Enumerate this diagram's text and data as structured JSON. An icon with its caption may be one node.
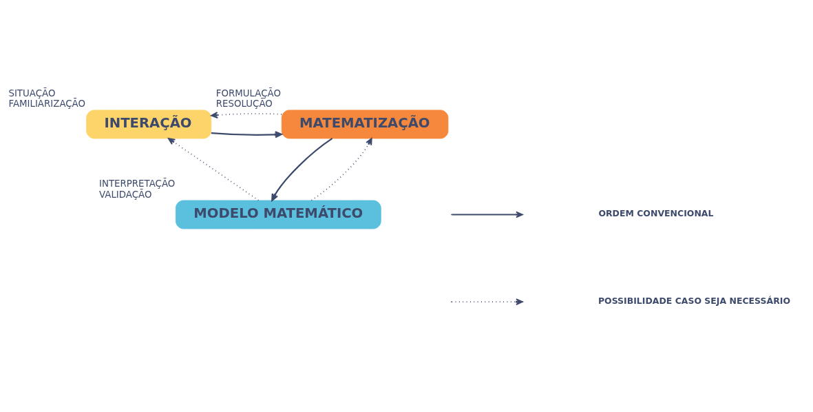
{
  "diagram": {
    "nodes": [
      {
        "text": [
          "INTERAÇÃO"
        ],
        "beside": [
          "SITUAÇÃO",
          "FAMILIARIZAÇÃO"
        ]
      },
      {
        "text": [
          "MATEMATIZAÇÃO"
        ],
        "beside": [
          "FORMULAÇÃO",
          "RESOLUÇÃO"
        ]
      },
      {
        "text": [
          "MODELO MATEMÁTICO"
        ],
        "beside": [
          "INTERPRETAÇÃO",
          "VALIDAÇÃO"
        ]
      }
    ],
    "edges": [
      {
        "from": 0,
        "to": 1,
        "arrow": "to"
      },
      {
        "from": 1,
        "to": 0,
        "arrow": "to",
        "style": "dashed"
      },
      {
        "from": 1,
        "to": 2,
        "arrow": "to"
      },
      {
        "from": 2,
        "to": 1,
        "arrow": "to",
        "style": "dashed"
      },
      {
        "from": 2,
        "to": 0,
        "arrow": "to",
        "style": "dashed"
      }
    ],
    "legend": [
      {
        "text": "ORDEM CONVENCIONAL"
      },
      {
        "text": "POSSIBILIDADE CASO SEJA NECESSÁRIO"
      }
    ]
  }
}
